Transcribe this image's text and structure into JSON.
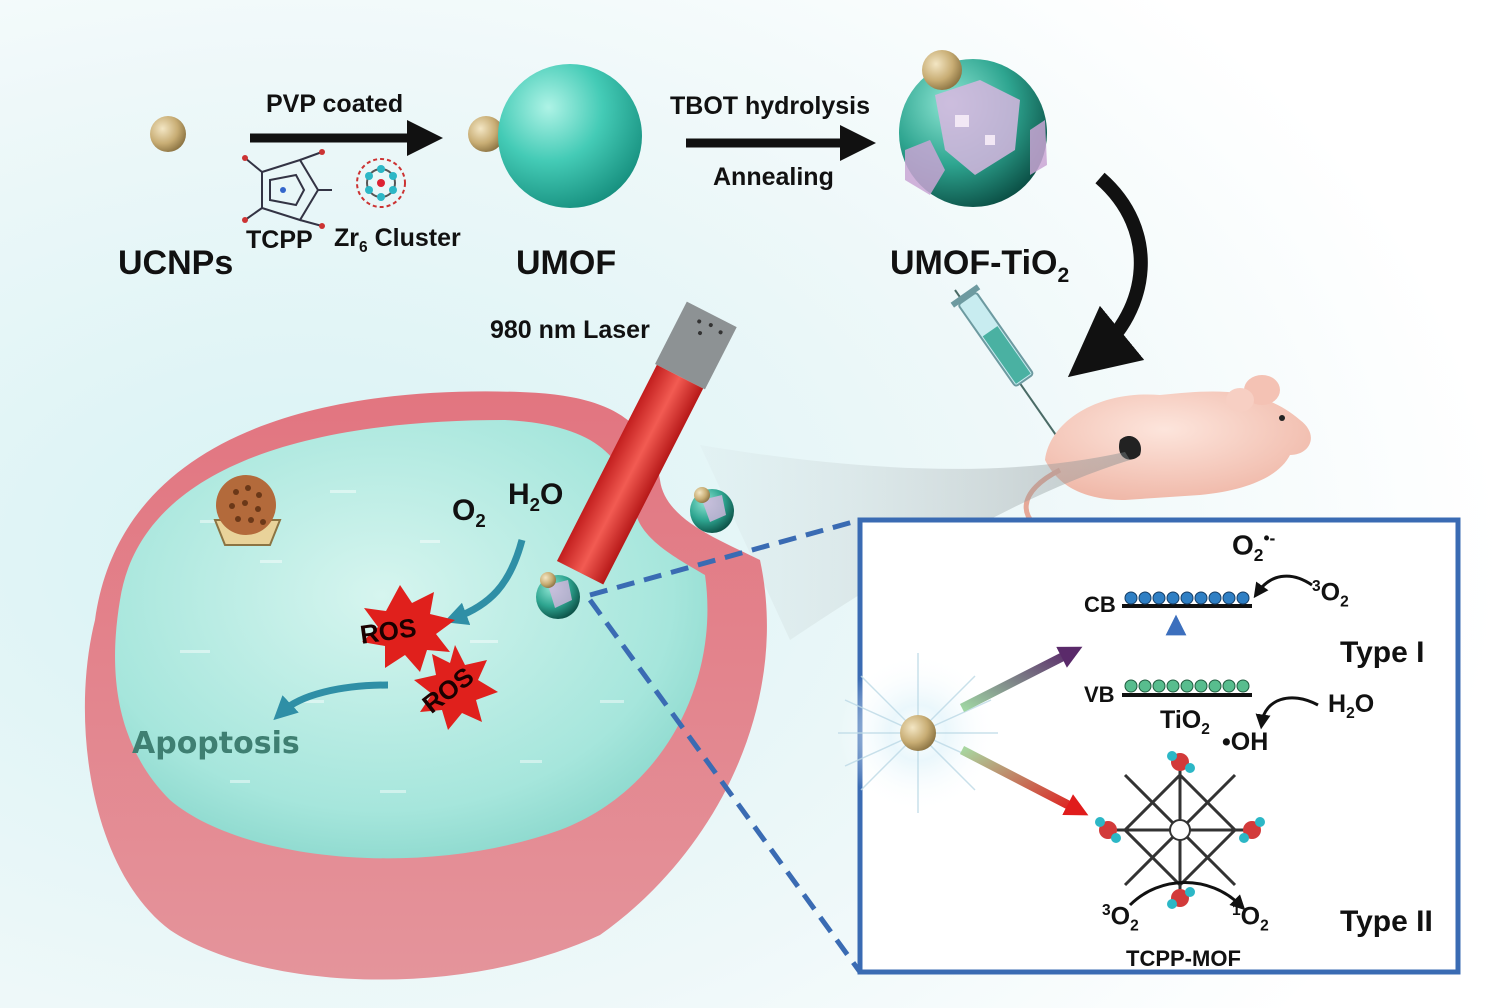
{
  "synthesis": {
    "ucnps": "UCNPs",
    "pvp": "PVP coated",
    "tcpp": "TCPP",
    "zr_main": "Zr",
    "zr_sub": "6",
    "zr_rest": " Cluster",
    "umof": "UMOF",
    "tbot": "TBOT hydrolysis",
    "annealing": "Annealing",
    "umof_tio2_main": "UMOF-TiO",
    "umof_tio2_sub": "2"
  },
  "laser": {
    "label": "980 nm Laser"
  },
  "cell": {
    "o2_main": "O",
    "o2_sub": "2",
    "h2o_main": "H",
    "h2o_sub": "2",
    "h2o_rest": "O",
    "ros1": "ROS",
    "ros2": "ROS",
    "apoptosis": "Apoptosis"
  },
  "mechanism": {
    "o2rad_main": "O",
    "o2rad_sub": "2",
    "o2rad_sup": "•-",
    "cb": "CB",
    "vb": "VB",
    "triplet_o2_sup": "3",
    "triplet_o2_main": "O",
    "triplet_o2_sub": "2",
    "type1": "Type I",
    "tio2_main": "TiO",
    "tio2_sub": "2",
    "h2o_main": "H",
    "h2o_sub": "2",
    "h2o_rest": "O",
    "oh": "•OH",
    "left_o2_sup": "3",
    "left_o2_main": "O",
    "left_o2_sub": "2",
    "right_o2_sup": "1",
    "right_o2_main": "O",
    "right_o2_sub": "2",
    "type2": "Type II",
    "tcpp_mof": "TCPP-MOF"
  },
  "colors": {
    "teal": "#3fc7b3",
    "gold": "#c9b07a",
    "cell_rim": "#d9606c",
    "ros_red": "#e0201c",
    "box_blue": "#3a6bb3",
    "laser_red": "#e0302a"
  }
}
